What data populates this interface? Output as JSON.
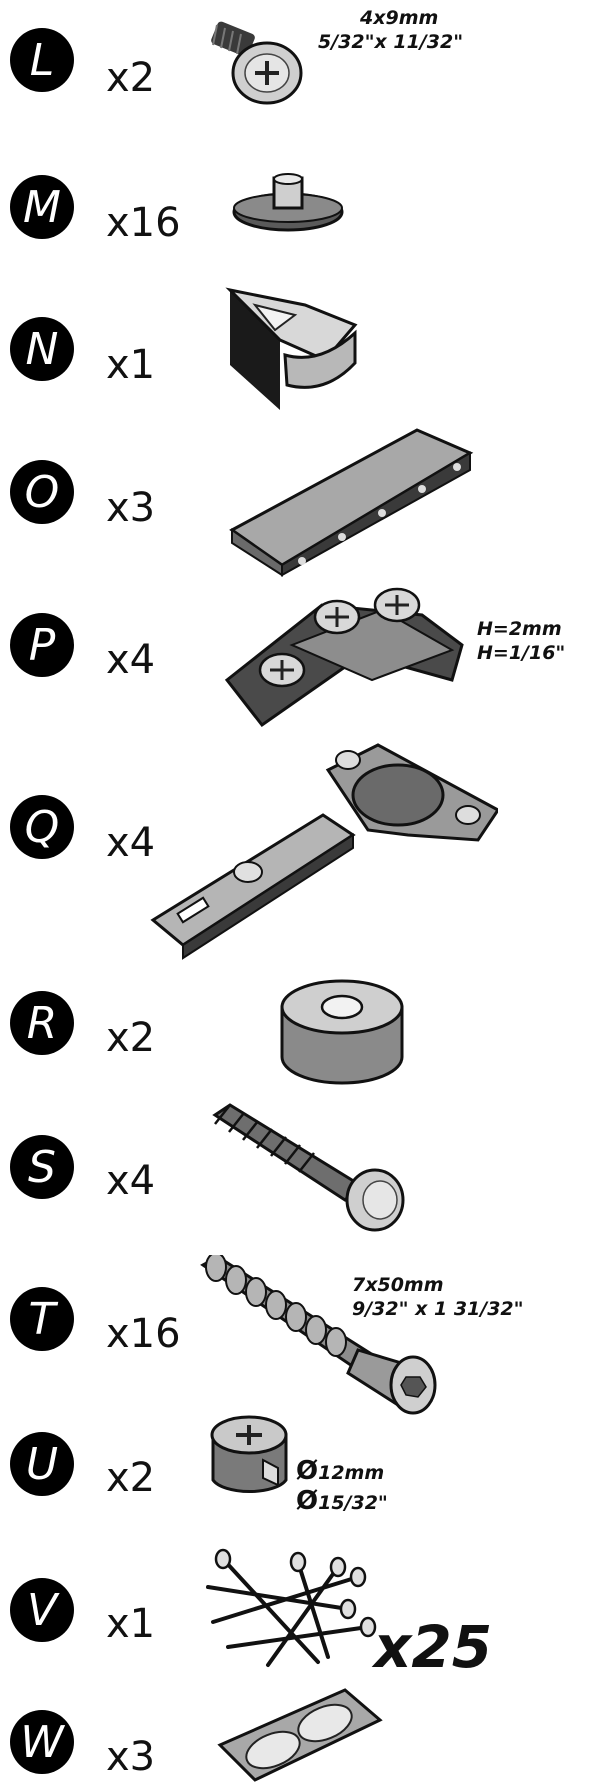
{
  "parts": [
    {
      "letter": "L",
      "qty": "x2",
      "spec": [
        "4x9mm",
        "5/32\"x 11/32\""
      ],
      "icon": "flat-head-screw"
    },
    {
      "letter": "M",
      "qty": "x16",
      "icon": "shelf-support-pin"
    },
    {
      "letter": "N",
      "qty": "x1",
      "icon": "door-stop-clip"
    },
    {
      "letter": "O",
      "qty": "x3",
      "icon": "rail-bar"
    },
    {
      "letter": "P",
      "qty": "x4",
      "spec": [
        "H=2mm",
        "H=1/16\""
      ],
      "icon": "hinge-mounting-plate"
    },
    {
      "letter": "Q",
      "qty": "x4",
      "icon": "cabinet-hinge"
    },
    {
      "letter": "R",
      "qty": "x2",
      "icon": "spacer-ring"
    },
    {
      "letter": "S",
      "qty": "x4",
      "icon": "wall-anchor-plug"
    },
    {
      "letter": "T",
      "qty": "x16",
      "spec": [
        "7x50mm",
        "9/32\" x 1 31/32\""
      ],
      "icon": "confirmat-screw"
    },
    {
      "letter": "U",
      "qty": "x2",
      "spec": [
        "Ø",
        "12mm",
        "Ø",
        "15/32\""
      ],
      "icon": "cam-lock"
    },
    {
      "letter": "V",
      "qty": "x1",
      "bigqty": "x25",
      "icon": "nails"
    },
    {
      "letter": "W",
      "qty": "x3",
      "icon": "felt-pad-sheet"
    }
  ]
}
